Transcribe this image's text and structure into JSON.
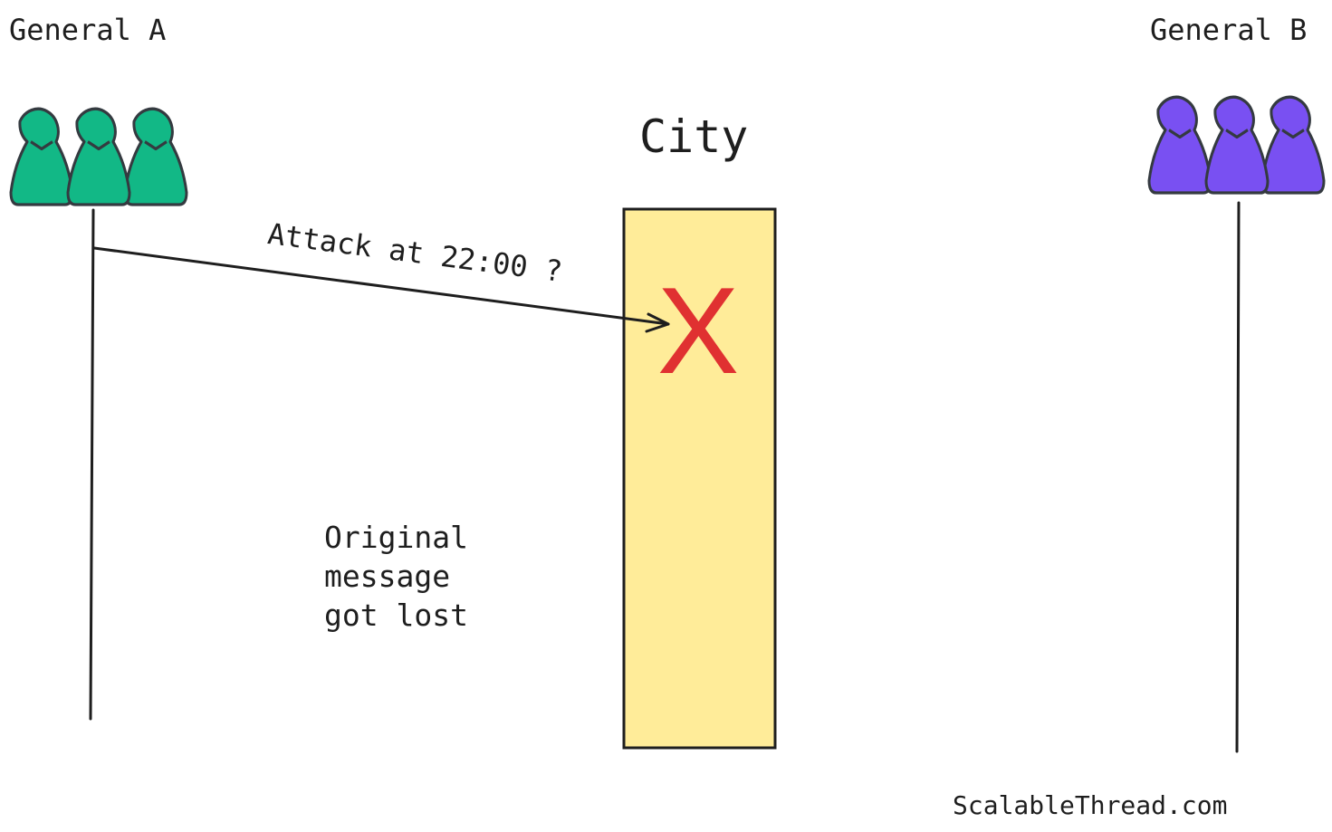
{
  "general_a": {
    "label": "General A",
    "color": "#12b886"
  },
  "general_b": {
    "label": "General B",
    "color": "#7950f2"
  },
  "city": {
    "label": "City",
    "fill_color": "#ffec99",
    "lost_marker": "X",
    "lost_marker_color": "#e03131"
  },
  "message": {
    "text": "Attack at 22:00 ?"
  },
  "note": {
    "text": "Original\nmessage\ngot lost"
  },
  "watermark": {
    "text": "ScalableThread.com"
  }
}
